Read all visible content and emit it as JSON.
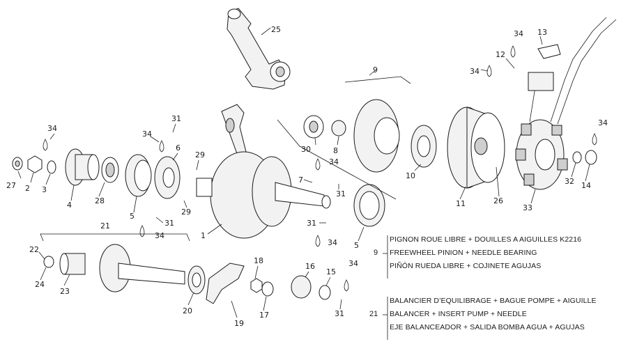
{
  "callouts": [
    {
      "n": "25"
    },
    {
      "n": "9"
    },
    {
      "n": "34"
    },
    {
      "n": "13"
    },
    {
      "n": "12"
    },
    {
      "n": "34"
    },
    {
      "n": "31"
    },
    {
      "n": "34"
    },
    {
      "n": "6"
    },
    {
      "n": "29"
    },
    {
      "n": "34"
    },
    {
      "n": "30"
    },
    {
      "n": "8"
    },
    {
      "n": "34"
    },
    {
      "n": "10"
    },
    {
      "n": "27"
    },
    {
      "n": "2"
    },
    {
      "n": "3"
    },
    {
      "n": "4"
    },
    {
      "n": "28"
    },
    {
      "n": "5"
    },
    {
      "n": "29"
    },
    {
      "n": "31"
    },
    {
      "n": "34"
    },
    {
      "n": "1"
    },
    {
      "n": "7"
    },
    {
      "n": "31"
    },
    {
      "n": "11"
    },
    {
      "n": "26"
    },
    {
      "n": "33"
    },
    {
      "n": "32"
    },
    {
      "n": "14"
    },
    {
      "n": "34"
    },
    {
      "n": "31"
    },
    {
      "n": "34"
    },
    {
      "n": "5"
    },
    {
      "n": "21"
    },
    {
      "n": "22"
    },
    {
      "n": "24"
    },
    {
      "n": "23"
    },
    {
      "n": "20"
    },
    {
      "n": "19"
    },
    {
      "n": "18"
    },
    {
      "n": "17"
    },
    {
      "n": "16"
    },
    {
      "n": "15"
    },
    {
      "n": "34"
    },
    {
      "n": "31"
    }
  ],
  "legend": [
    {
      "ref": "9",
      "lines": [
        "PIGNON ROUE LIBRE + DOUILLES A AIGUILLES K2216",
        "FREEWHEEL PINION + NEEDLE BEARING",
        "PIÑÓN RUEDA LIBRE + COJINETE AGUJAS"
      ]
    },
    {
      "ref": "21",
      "lines": [
        "BALANCIER D’EQUILIBRAGE + BAGUE POMPE + AIGUILLE",
        "BALANCER + INSERT PUMP + NEEDLE",
        "EJE BALANCEADOR + SALIDA BOMBA AGUA + AGUJAS"
      ]
    }
  ]
}
